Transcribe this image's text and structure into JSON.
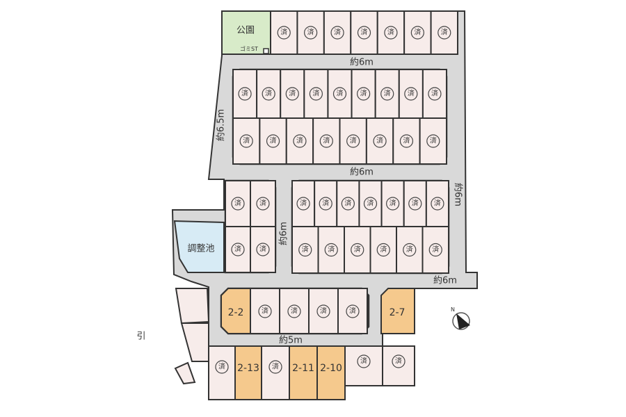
{
  "map": {
    "labels": {
      "park": "公園",
      "garbage": "ゴミST",
      "pond": "調整池",
      "edge": "引"
    },
    "sold_mark": "済",
    "roads": [
      {
        "id": "top",
        "width": "約6m"
      },
      {
        "id": "middle",
        "width": "約6m"
      },
      {
        "id": "left",
        "width": "約6.5m"
      },
      {
        "id": "inner",
        "width": "約6m"
      },
      {
        "id": "right",
        "width": "約6m"
      },
      {
        "id": "bottom-right",
        "width": "約6m"
      },
      {
        "id": "lower",
        "width": "約5m"
      }
    ],
    "available_lots": [
      "2-2",
      "2-7",
      "2-13",
      "2-11",
      "2-10"
    ],
    "colors": {
      "sold": "#f7ecea",
      "available": "#f5c98d",
      "park": "#d8ebc9",
      "pond": "#d7ebf5",
      "road": "#d9d9d9"
    },
    "compass": "N"
  }
}
